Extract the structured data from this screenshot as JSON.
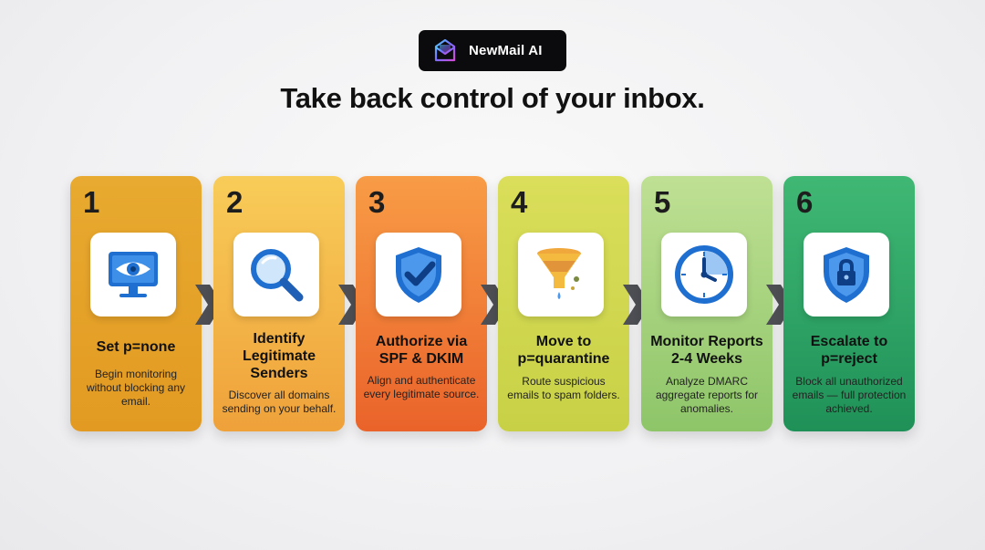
{
  "brand": {
    "name": "NewMail AI",
    "icon": "envelope-logo-icon"
  },
  "headline": "Take back control of your inbox.",
  "colors": {
    "step1": [
      "#e7a52a",
      "#e39a22"
    ],
    "step2": [
      "#f7c854",
      "#f0a73c"
    ],
    "step3": [
      "#f79a44",
      "#ec6a2c"
    ],
    "step4": [
      "#d9dc57",
      "#c9d246"
    ],
    "step5": [
      "#b9dc8e",
      "#8fc56a"
    ],
    "step6": [
      "#3fb872",
      "#21935a"
    ],
    "icon_blue": "#1f6fd1",
    "arrow": "#4d4f55"
  },
  "steps": [
    {
      "number": "1",
      "title": "Set p=none",
      "desc": "Begin monitoring without blocking any email.",
      "icon": "monitor-eye-icon"
    },
    {
      "number": "2",
      "title": "Identify Legitimate Senders",
      "desc": "Discover all domains sending on your behalf.",
      "icon": "magnifier-icon"
    },
    {
      "number": "3",
      "title": "Authorize via SPF & DKIM",
      "desc": "Align and authenticate every legitimate source.",
      "icon": "shield-check-icon"
    },
    {
      "number": "4",
      "title": "Move to p=quarantine",
      "desc": "Route suspicious emails to spam folders.",
      "icon": "funnel-icon"
    },
    {
      "number": "5",
      "title": "Monitor Reports 2-4 Weeks",
      "desc": "Analyze DMARC aggregate reports for anomalies.",
      "icon": "clock-icon"
    },
    {
      "number": "6",
      "title": "Escalate to p=reject",
      "desc": "Block all unauthorized emails — full protection achieved.",
      "icon": "shield-lock-icon"
    }
  ]
}
